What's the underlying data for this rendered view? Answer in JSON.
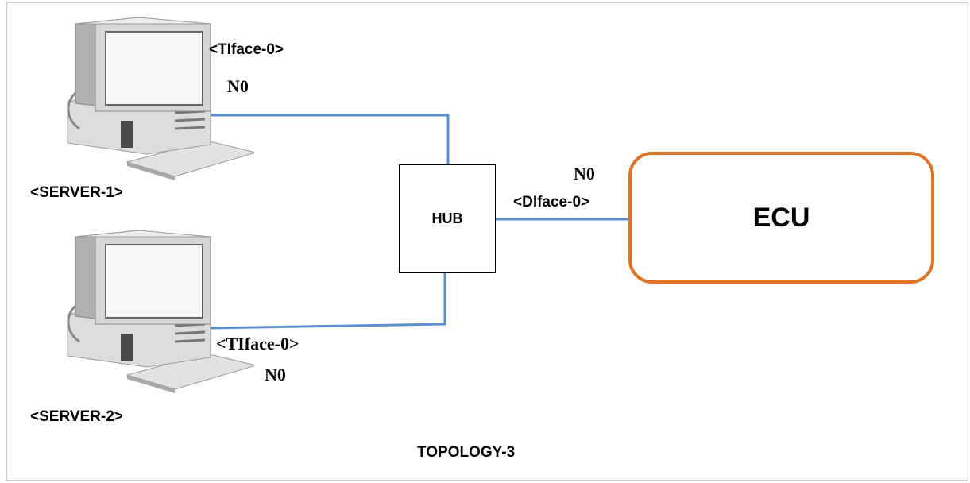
{
  "diagram": {
    "server1": {
      "name": "<SERVER-1>",
      "iface": "<TIface-0>",
      "net": "N0"
    },
    "server2": {
      "name": "<SERVER-2>",
      "iface": "<TIface-0>",
      "net": "N0"
    },
    "hub": {
      "label": "HUB"
    },
    "ecu": {
      "label": "ECU",
      "iface": "<DIface-0>",
      "net": "N0"
    },
    "caption": "TOPOLOGY-3",
    "colors": {
      "link": "#5b8fd2",
      "ecu_border": "#e07422"
    }
  }
}
